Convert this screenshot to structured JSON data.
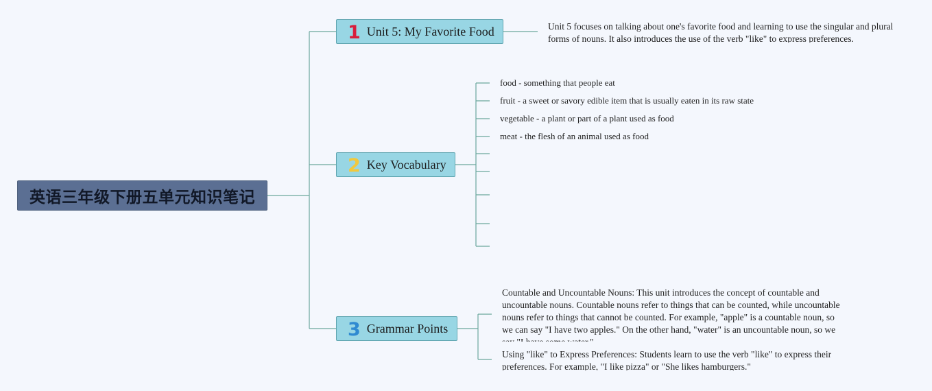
{
  "root": {
    "title": "英语三年级下册五单元知识笔记"
  },
  "topics": [
    {
      "number": "1",
      "label": "Unit 5: My Favorite Food",
      "summary": "Unit 5 focuses on talking about one's favorite food and learning to use the singular and plural forms of nouns. It also introduces the use of the verb \"like\" to express preferences."
    },
    {
      "number": "2",
      "label": "Key Vocabulary",
      "items": [
        "food - something that people eat",
        "fruit - a sweet or savory edible item that is usually eaten in its raw state",
        "vegetable - a plant or part of a plant used as food",
        "meat - the flesh of an animal used as food"
      ]
    },
    {
      "number": "3",
      "label": "Grammar Points",
      "items": [
        "Countable and Uncountable Nouns: This unit introduces the concept of countable and uncountable nouns. Countable nouns refer to things that can be counted, while uncountable nouns refer to things that cannot be counted. For example, \"apple\" is a countable noun, so we can say \"I have two apples.\" On the other hand, \"water\" is an uncountable noun, so we say \"I have some water.\"",
        "Using \"like\" to Express Preferences: Students learn to use the verb \"like\" to express their preferences. For example, \"I like pizza\" or \"She likes hamburgers.\""
      ]
    }
  ],
  "colors": {
    "background": "#f4f7fd",
    "root_fill": "#5b6f93",
    "topic_fill": "#98d6e4",
    "connector": "#6aa79d",
    "number_1": "#d81e3d",
    "number_2": "#f2c83c",
    "number_3": "#2f8ad1"
  }
}
